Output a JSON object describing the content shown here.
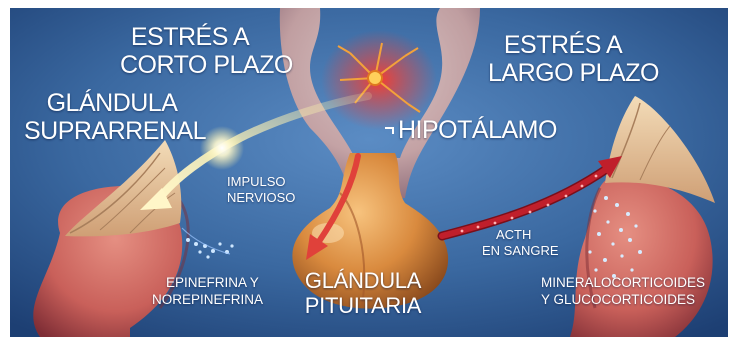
{
  "labels": {
    "short_term": [
      "ESTRÉS A",
      "CORTO PLAZO"
    ],
    "long_term": [
      "ESTRÉS A",
      "LARGO PLAZO"
    ],
    "adrenal": [
      "GLÁNDULA",
      "SUPRARRENAL"
    ],
    "hypothalamus": "HIPOTÁLAMO",
    "nerve_impulse": [
      "IMPULSO",
      "NERVIOSO"
    ],
    "acth": [
      "ACTH",
      "EN SANGRE"
    ],
    "epinephrine": [
      "EPINEFRINA Y",
      "NOREPINEFRINA"
    ],
    "pituitary": [
      "GLÁNDULA",
      "PITUITARIA"
    ],
    "corticoids": [
      "MINERALOCORTICOIDES",
      "Y GLUCOCORTICOIDES"
    ]
  },
  "colors": {
    "background_dark": "#1d3f73",
    "background_light": "#3f6ea6",
    "gland_orange": "#d98a3e",
    "kidney_red": "#c9605a",
    "adrenal_cap": "#e9c9a0",
    "blood_vessel": "#b01e2a",
    "nerve_impulse": "#f3e9a8",
    "hypothalamus_glow": "#f03a2c",
    "label_text": "#ffffff"
  },
  "icons": [
    "hypothalamus-neuron-icon",
    "nerve-impulse-arrow",
    "acth-blood-arrow",
    "pituitary-arrow",
    "hormone-dots"
  ]
}
